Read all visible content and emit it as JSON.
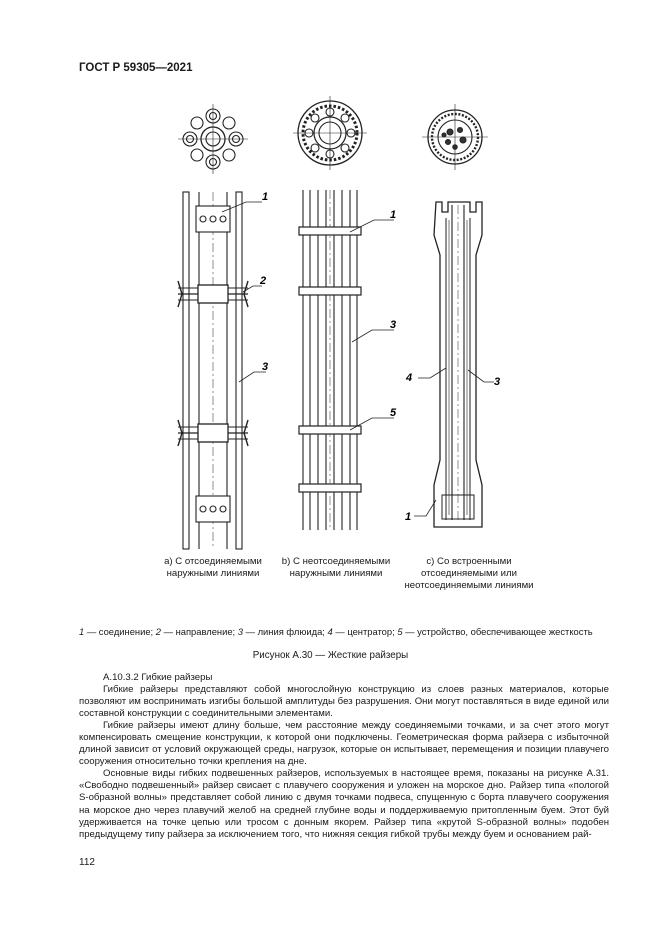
{
  "header": {
    "standard": "ГОСТ Р 59305—2021"
  },
  "figure": {
    "labels": {
      "a1": "1",
      "a2": "2",
      "a3": "3",
      "b1": "1",
      "b3": "3",
      "b5": "5",
      "c4": "4",
      "c3": "3",
      "c1": "1"
    },
    "captions": {
      "a": [
        "а) С отсоединяемыми",
        "наружными линиями"
      ],
      "b": [
        "b) С неотсоединяемыми",
        "наружными линиями"
      ],
      "c": [
        "c) Со встроенными",
        "отсоединяемыми или",
        "неотсоединяемыми линиями"
      ]
    },
    "legend": [
      {
        "num": "1",
        "text": " — соединение; "
      },
      {
        "num": "2",
        "text": " — направление; "
      },
      {
        "num": "3",
        "text": " — линия флюида; "
      },
      {
        "num": "4",
        "text": " — центратор; "
      },
      {
        "num": "5",
        "text": " — устройство, обеспечивающее жесткость"
      }
    ],
    "title": "Рисунок А.30 — Жесткие райзеры"
  },
  "body": {
    "section": "А.10.3.2 Гибкие райзеры",
    "paragraphs": [
      "Гибкие райзеры представляют собой многослойную конструкцию из слоев разных материалов, которые позволяют им воспринимать изгибы большой амплитуды без разрушения. Они могут поставляться в виде единой или составной конструкции с соединительными элементами.",
      "Гибкие райзеры имеют длину больше, чем расстояние между соединяемыми точками, и за счет этого могут компенсировать смещение конструкции, к которой они подключены. Геометрическая форма райзера с избыточной длиной зависит от условий окружающей среды, нагрузок, которые он испытывает, перемещения и позиции плавучего сооружения относительно точки крепления на дне.",
      "Основные виды гибких подвешенных райзеров, используемых в настоящее время, показаны на рисунке А.31. «Свободно подвешенный» райзер свисает с плавучего сооружения и уложен на морское дно. Райзер типа «пологой S-образной волны» представляет собой линию с двумя точками подвеса, спущенную с борта плавучего сооружения на морское дно через плавучий желоб на средней глубине воды и поддерживаемую притопленным буем. Этот буй удерживается на точке цепью или тросом с донным якорем. Райзер типа «крутой S-образной волны» подобен предыдущему типу райзера за исключением того, что нижняя секция гибкой трубы между буем и основанием рай-"
    ]
  },
  "footer": {
    "page": "112"
  }
}
